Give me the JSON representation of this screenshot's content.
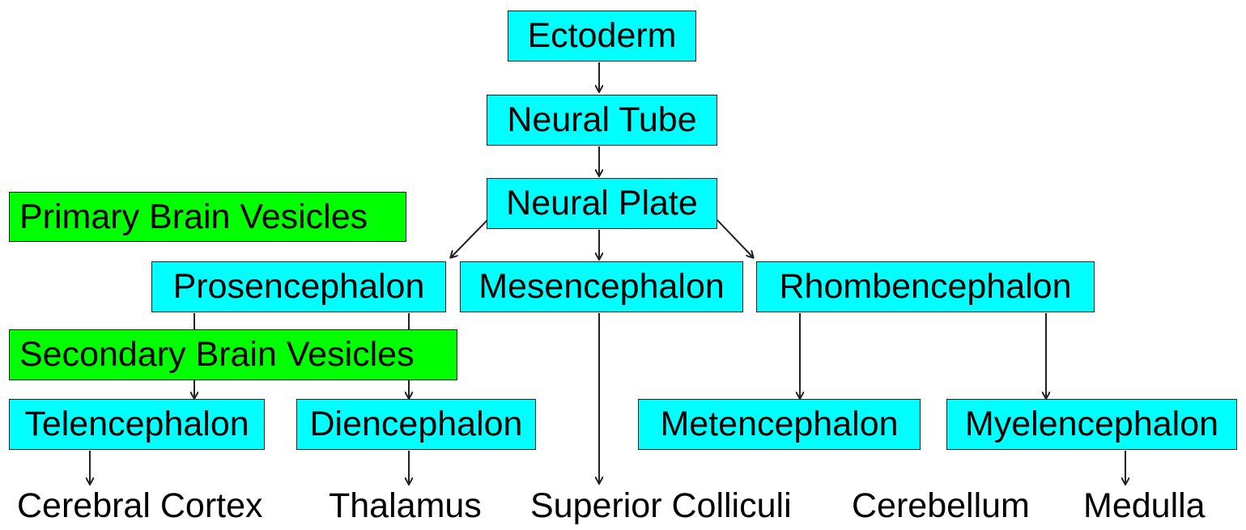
{
  "colors": {
    "node_fill": "#00ffff",
    "label_fill": "#00ff00",
    "border": "#222222",
    "arrow": "#222222",
    "text": "#000000"
  },
  "nodes": {
    "ectoderm": "Ectoderm",
    "neural_tube": "Neural Tube",
    "neural_plate": "Neural Plate",
    "prosencephalon": "Prosencephalon",
    "mesencephalon": "Mesencephalon",
    "rhombencephalon": "Rhombencephalon",
    "telencephalon": "Telencephalon",
    "diencephalon": "Diencephalon",
    "metencephalon": "Metencephalon",
    "myelencephalon": "Myelencephalon"
  },
  "labels": {
    "primary": "Primary Brain Vesicles",
    "secondary": "Secondary Brain Vesicles"
  },
  "leaves": {
    "cerebral_cortex": "Cerebral Cortex",
    "thalamus": "Thalamus",
    "superior_colliculi": "Superior Colliculi",
    "cerebellum": "Cerebellum",
    "medulla": "Medulla"
  },
  "edges": [
    {
      "from": "Ectoderm",
      "to": "Neural Tube"
    },
    {
      "from": "Neural Tube",
      "to": "Neural Plate"
    },
    {
      "from": "Neural Plate",
      "to": "Prosencephalon"
    },
    {
      "from": "Neural Plate",
      "to": "Mesencephalon"
    },
    {
      "from": "Neural Plate",
      "to": "Rhombencephalon"
    },
    {
      "from": "Prosencephalon",
      "to": "Telencephalon"
    },
    {
      "from": "Prosencephalon",
      "to": "Diencephalon"
    },
    {
      "from": "Mesencephalon",
      "to": "Superior Colliculi"
    },
    {
      "from": "Rhombencephalon",
      "to": "Metencephalon"
    },
    {
      "from": "Rhombencephalon",
      "to": "Myelencephalon"
    },
    {
      "from": "Telencephalon",
      "to": "Cerebral Cortex"
    },
    {
      "from": "Diencephalon",
      "to": "Thalamus"
    },
    {
      "from": "Myelencephalon",
      "to": "Medulla"
    }
  ]
}
